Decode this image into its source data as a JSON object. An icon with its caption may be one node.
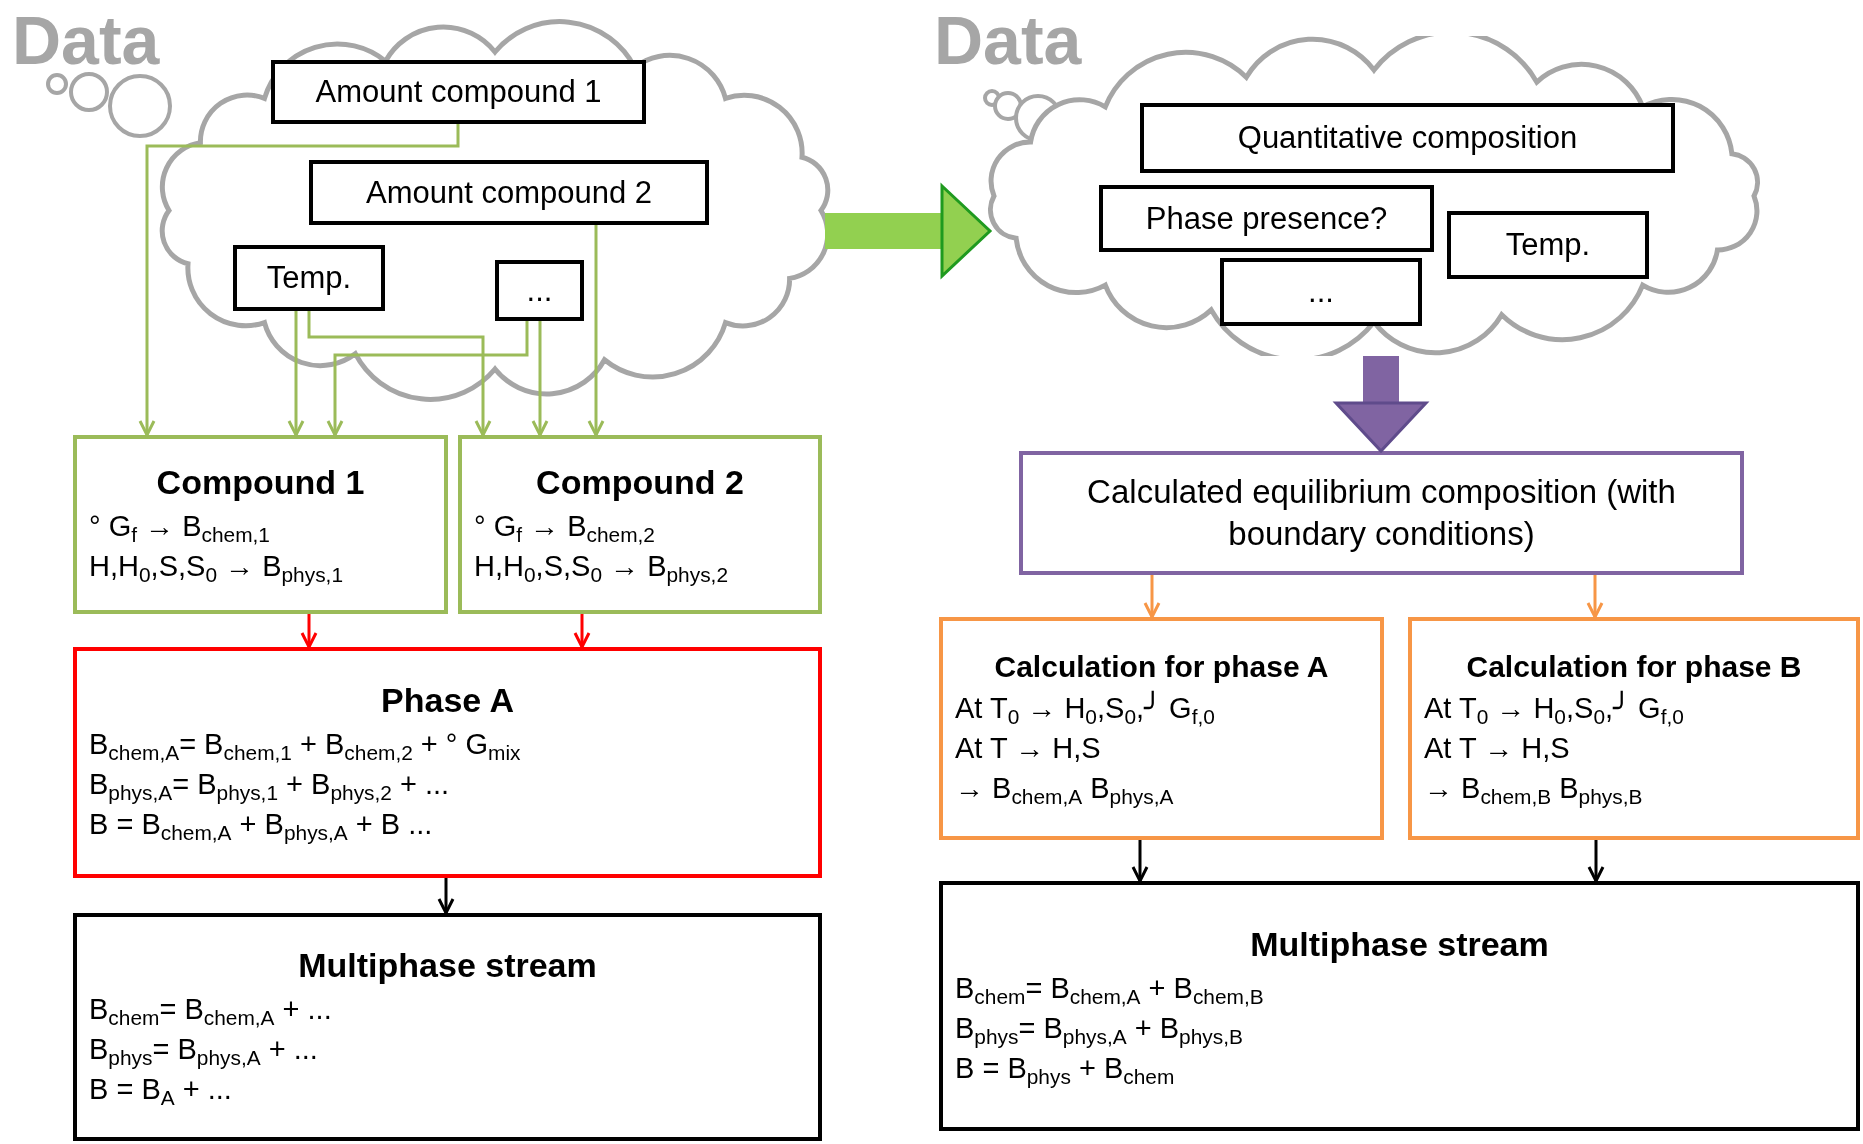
{
  "diagram": {
    "nodes": [
      {
        "text": [],
        "shape": "cloud",
        "beside": [
          "Data"
        ]
      },
      {
        "text": [
          "Amount compound 1"
        ],
        "in": 0
      },
      {
        "text": [
          "Amount compound 2"
        ],
        "in": 0
      },
      {
        "text": [
          "Temp."
        ],
        "in": 0
      },
      {
        "text": [
          "..."
        ],
        "in": 0
      },
      {
        "text": [
          "Compound 1",
          "° G$_{f}$ → B$_{chem,1}$",
          "H,H$_{0}$,S,S$_{0}$ → B$_{phys,1}$"
        ]
      },
      {
        "text": [
          "Compound 2",
          "° G$_{f}$ → B$_{chem,2}$",
          "H,H$_{0}$,S,S$_{0}$ → B$_{phys,2}$"
        ]
      },
      {
        "text": [
          "Phase A",
          "B$_{chem,A}$= B$_{chem,1}$ +  B$_{chem,2}$ + ° G$_{mix}$",
          "B$_{phys,A}$= B$_{phys,1}$ + B$_{phys,2}$ + ...",
          "B = B$_{chem,A}$ + B$_{phys,A}$ + B ..."
        ]
      },
      {
        "text": [
          "Multiphase stream",
          "B$_{chem}$= B$_{chem,A}$ + ...",
          "B$_{phys}$= B$_{phys,A}$ + ...",
          "B = B$_{A}$ + ..."
        ]
      },
      {
        "text": [],
        "shape": "cloud",
        "beside": [
          "Data"
        ]
      },
      {
        "text": [
          "Quantitative composition"
        ],
        "in": 9
      },
      {
        "text": [
          "Phase presence?"
        ],
        "in": 9
      },
      {
        "text": [
          "Temp."
        ],
        "in": 9
      },
      {
        "text": [
          "..."
        ],
        "in": 9
      },
      {
        "text": [
          "Calculated equilibrium composition (with boundary conditions)"
        ]
      },
      {
        "text": [
          "Calculation for phase A",
          "At T$_{0}$ → H$_{0}$,S$_{0}$,╯ G$_{f,0}$",
          "At T → H,S",
          "→ B$_{chem,A}$ B$_{phys,A}$"
        ]
      },
      {
        "text": [
          "Calculation for phase B",
          "At T$_{0}$ → H$_{0}$,S$_{0}$,╯ G$_{f,0}$",
          "At T → H,S",
          "→ B$_{chem,B}$ B$_{phys,B}$"
        ]
      },
      {
        "text": [
          "Multiphase stream",
          "B$_{chem}$= B$_{chem,A}$ + B$_{chem,B}$",
          "B$_{phys}$= B$_{phys,A}$ + B$_{phys,B}$",
          "B = B$_{phys}$ + B$_{chem}$"
        ]
      }
    ],
    "edges": [
      {
        "from": 1,
        "to": 5,
        "arrow": "to",
        "color": "#9bbb59"
      },
      {
        "from": 2,
        "to": 6,
        "arrow": "to",
        "color": "#9bbb59"
      },
      {
        "from": 3,
        "to": 5,
        "arrow": "to",
        "color": "#9bbb59"
      },
      {
        "from": 3,
        "to": 6,
        "arrow": "to",
        "color": "#9bbb59"
      },
      {
        "from": 4,
        "to": 5,
        "arrow": "to",
        "color": "#9bbb59"
      },
      {
        "from": 4,
        "to": 6,
        "arrow": "to",
        "color": "#9bbb59"
      },
      {
        "from": 5,
        "to": 7,
        "arrow": "to",
        "color": "#ff0000"
      },
      {
        "from": 6,
        "to": 7,
        "arrow": "to",
        "color": "#ff0000"
      },
      {
        "from": 7,
        "to": 8,
        "arrow": "to",
        "color": "#000000"
      },
      {
        "from": 0,
        "to": 9,
        "arrow": "to",
        "style": "thick",
        "color": "#92d050"
      },
      {
        "from": 9,
        "to": 14,
        "arrow": "to",
        "style": "thick",
        "color": "#8064a2"
      },
      {
        "from": 14,
        "to": 15,
        "arrow": "to",
        "color": "#f79646"
      },
      {
        "from": 14,
        "to": 16,
        "arrow": "to",
        "color": "#f79646"
      },
      {
        "from": 15,
        "to": 17,
        "arrow": "to",
        "color": "#000000"
      },
      {
        "from": 16,
        "to": 17,
        "arrow": "to",
        "color": "#000000"
      }
    ]
  }
}
